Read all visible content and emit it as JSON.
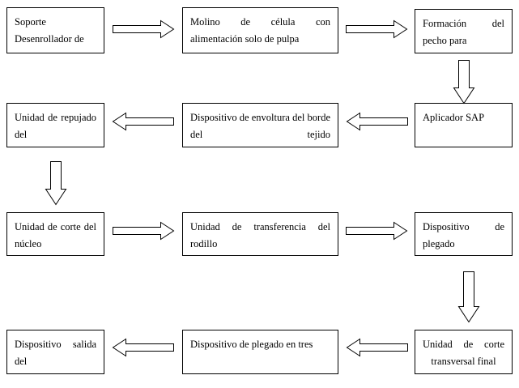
{
  "diagram": {
    "nodes": [
      {
        "id": "n1",
        "label": "Soporte Desenrollador de"
      },
      {
        "id": "n2",
        "label": "Molino de célula con alimentación solo de pulpa"
      },
      {
        "id": "n3",
        "label": "Formación del pecho para"
      },
      {
        "id": "n4",
        "label": "Aplicador SAP"
      },
      {
        "id": "n5",
        "label": "Dispositivo de envoltura del borde del tejido"
      },
      {
        "id": "n6",
        "label": "Unidad de repujado del"
      },
      {
        "id": "n7",
        "label": "Unidad de corte del núcleo"
      },
      {
        "id": "n8",
        "label": "Unidad de transferencia del rodillo"
      },
      {
        "id": "n9",
        "label": "Dispositivo de plegado"
      },
      {
        "id": "n10",
        "label": "Unidad de corte transversal final"
      },
      {
        "id": "n11",
        "label": "Dispositivo de plegado en tres"
      },
      {
        "id": "n12",
        "label": "Dispositivo salida del"
      }
    ],
    "edges": [
      {
        "from": "n1",
        "to": "n2"
      },
      {
        "from": "n2",
        "to": "n3"
      },
      {
        "from": "n3",
        "to": "n4"
      },
      {
        "from": "n4",
        "to": "n5"
      },
      {
        "from": "n5",
        "to": "n6"
      },
      {
        "from": "n6",
        "to": "n7"
      },
      {
        "from": "n7",
        "to": "n8"
      },
      {
        "from": "n8",
        "to": "n9"
      },
      {
        "from": "n9",
        "to": "n10"
      },
      {
        "from": "n10",
        "to": "n11"
      },
      {
        "from": "n11",
        "to": "n12"
      }
    ]
  }
}
